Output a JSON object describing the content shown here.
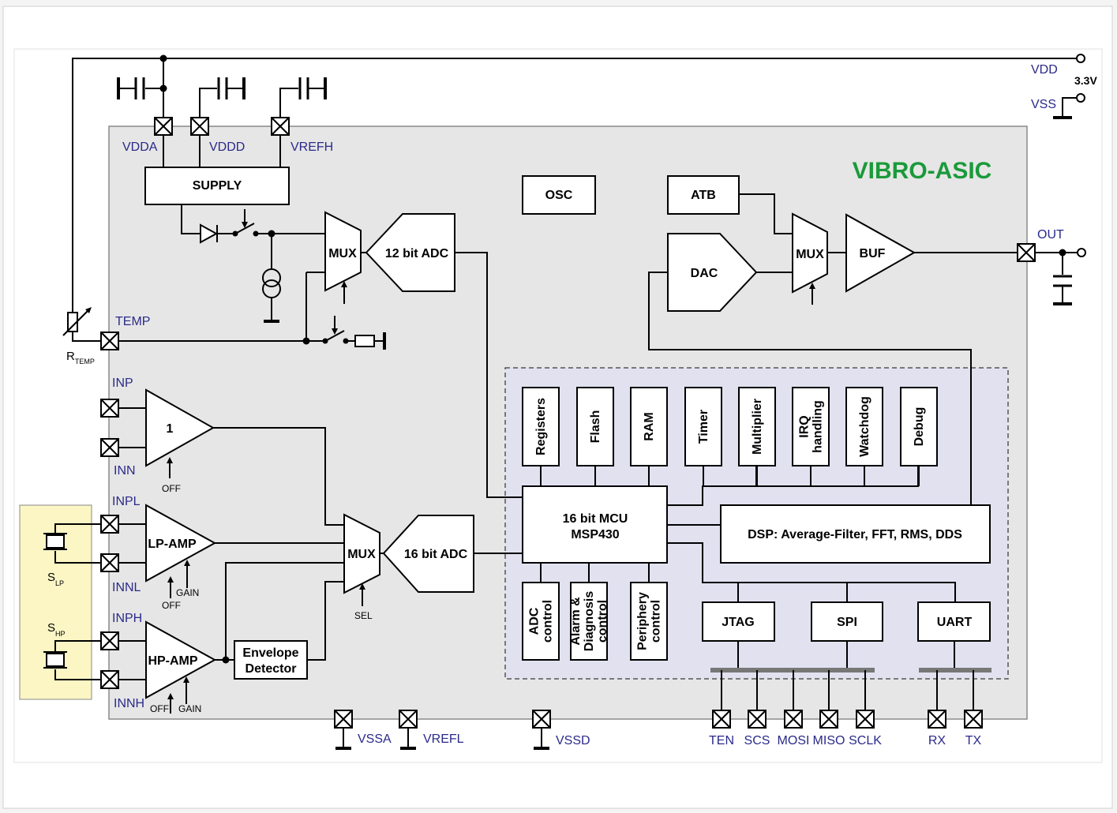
{
  "colors": {
    "page_bg": "#f4f4f4",
    "frame_bg": "#ffffff",
    "chip_bg": "#e6e6e6",
    "mcu_bg": "#e1e1f0",
    "sensor_bg": "#fbf6c4",
    "title": "#1a9a3a",
    "pin_text": "#2a2a8a",
    "bus": "#777777"
  },
  "title": "VIBRO-ASIC",
  "supply": {
    "vdd": "VDD",
    "vdd_value": "3.3V",
    "vss": "VSS",
    "vdda": "VDDA",
    "vddd": "VDDD",
    "vrefh": "VREFH",
    "block": "SUPPLY"
  },
  "blocks": {
    "osc": "OSC",
    "atb": "ATB",
    "dac": "DAC",
    "mux": "MUX",
    "buf": "BUF",
    "adc12": "12 bit ADC",
    "adc16": "16 bit ADC",
    "gain1": "1",
    "lp_amp": "LP-AMP",
    "hp_amp": "HP-AMP",
    "envelope_line1": "Envelope",
    "envelope_line2": "Detector",
    "mcu_line1": "16 bit MCU",
    "mcu_line2": "MSP430",
    "dsp": "DSP: Average-Filter, FFT, RMS, DDS",
    "jtag": "JTAG",
    "spi": "SPI",
    "uart": "UART"
  },
  "mcu_top_blocks": [
    {
      "lines": [
        "Registers"
      ]
    },
    {
      "lines": [
        "Flash"
      ]
    },
    {
      "lines": [
        "RAM"
      ]
    },
    {
      "lines": [
        "Timer"
      ]
    },
    {
      "lines": [
        "Multiplier"
      ]
    },
    {
      "lines": [
        "IRQ",
        "handling"
      ]
    },
    {
      "lines": [
        "Watchdog"
      ]
    },
    {
      "lines": [
        "Debug"
      ]
    }
  ],
  "mcu_bottom_blocks": [
    {
      "lines": [
        "ADC",
        "control"
      ]
    },
    {
      "lines": [
        "Alarm &",
        "Diagnosis",
        "control"
      ]
    },
    {
      "lines": [
        "Periphery",
        "control"
      ]
    }
  ],
  "pins": {
    "out": "OUT",
    "temp": "TEMP",
    "r_temp": "R",
    "r_temp_sub": "TEMP",
    "inp": "INP",
    "inn": "INN",
    "inpl": "INPL",
    "innl": "INNL",
    "inph": "INPH",
    "innh": "INNH",
    "vssa": "VSSA",
    "vrefl": "VREFL",
    "vssd": "VSSD",
    "bottom": [
      "TEN",
      "SCS",
      "MOSI",
      "MISO",
      "SCLK",
      "RX",
      "TX"
    ]
  },
  "controls": {
    "off": "OFF",
    "gain": "GAIN",
    "sel": "SEL"
  },
  "sensors": {
    "s_lp": "S",
    "s_lp_sub": "LP",
    "s_hp": "S",
    "s_hp_sub": "HP"
  }
}
